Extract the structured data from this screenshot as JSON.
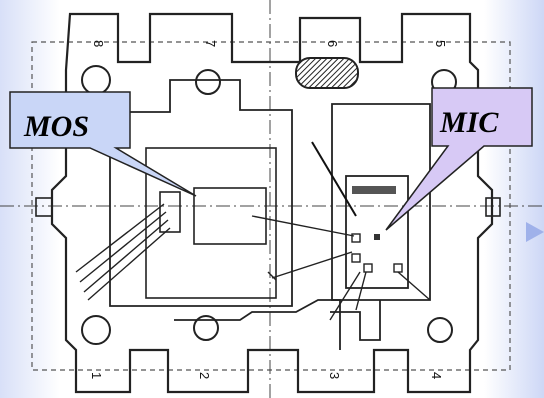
{
  "callouts": {
    "mos": {
      "label": "MOS",
      "fill": "#c9d6f7"
    },
    "mic": {
      "label": "MIC",
      "fill": "#d7c9f5"
    }
  },
  "pins": {
    "top": [
      "8",
      "7",
      "6",
      "5"
    ],
    "bottom": [
      "1",
      "2",
      "3",
      "4"
    ]
  },
  "colors": {
    "line": "#222222",
    "dashed": "#555555",
    "background": "#ffffff",
    "glow": "#b8c6f2"
  }
}
